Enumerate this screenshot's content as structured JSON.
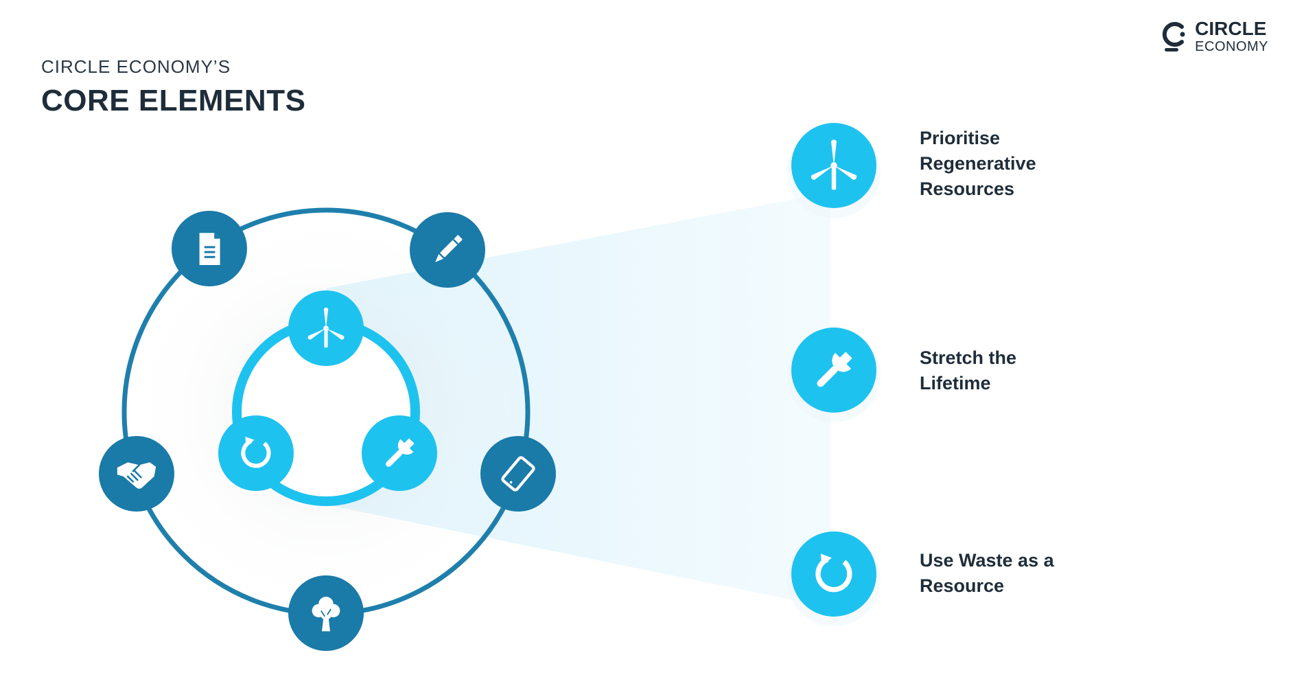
{
  "header": {
    "eyebrow": "CIRCLE ECONOMY’S",
    "title": "CORE ELEMENTS"
  },
  "logo": {
    "line1": "CIRCLE",
    "line2": "ECONOMY"
  },
  "colors": {
    "outer_ring": "#1f7fac",
    "outer_node": "#1a7aa8",
    "inner_node": "#1ec2ef",
    "text_dark": "#1f2d3a"
  },
  "outer_nodes": [
    {
      "icon": "document-icon"
    },
    {
      "icon": "pencil-icon"
    },
    {
      "icon": "tablet-icon"
    },
    {
      "icon": "tree-icon"
    },
    {
      "icon": "handshake-icon"
    }
  ],
  "inner_nodes": [
    {
      "icon": "wind-turbine-icon"
    },
    {
      "icon": "wrench-icon"
    },
    {
      "icon": "recycle-arrow-icon"
    }
  ],
  "core_elements": [
    {
      "icon": "wind-turbine-icon",
      "lines": [
        "Prioritise",
        "Regenerative",
        "Resources"
      ]
    },
    {
      "icon": "wrench-icon",
      "lines": [
        "Stretch the",
        "Lifetime"
      ]
    },
    {
      "icon": "recycle-arrow-icon",
      "lines": [
        "Use Waste as a",
        "Resource"
      ]
    }
  ]
}
